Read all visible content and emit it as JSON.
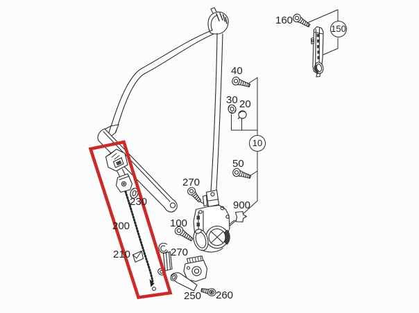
{
  "figure": {
    "kind": "parts-diagram",
    "subject": "front seat belt assembly exploded view",
    "background_color": "#fcfcfc",
    "line_color": "#2a2a2a",
    "highlight_color": "#cb2a27",
    "highlighted_parts": [
      "200",
      "210",
      "230"
    ]
  },
  "callouts": {
    "plain": [
      {
        "id": "160",
        "text": "160"
      },
      {
        "id": "40",
        "text": "40"
      },
      {
        "id": "30",
        "text": "30"
      },
      {
        "id": "20",
        "text": "20"
      },
      {
        "id": "50",
        "text": "50"
      },
      {
        "id": "270-upper",
        "text": "270"
      },
      {
        "id": "900",
        "text": "900"
      },
      {
        "id": "100",
        "text": "100"
      },
      {
        "id": "230",
        "text": "230"
      },
      {
        "id": "200",
        "text": "200"
      },
      {
        "id": "210",
        "text": "210"
      },
      {
        "id": "270-lower",
        "text": "270"
      },
      {
        "id": "250",
        "text": "250"
      },
      {
        "id": "260",
        "text": "260"
      }
    ],
    "circled": [
      {
        "id": "150",
        "text": "150"
      },
      {
        "id": "10",
        "text": "10"
      }
    ]
  }
}
